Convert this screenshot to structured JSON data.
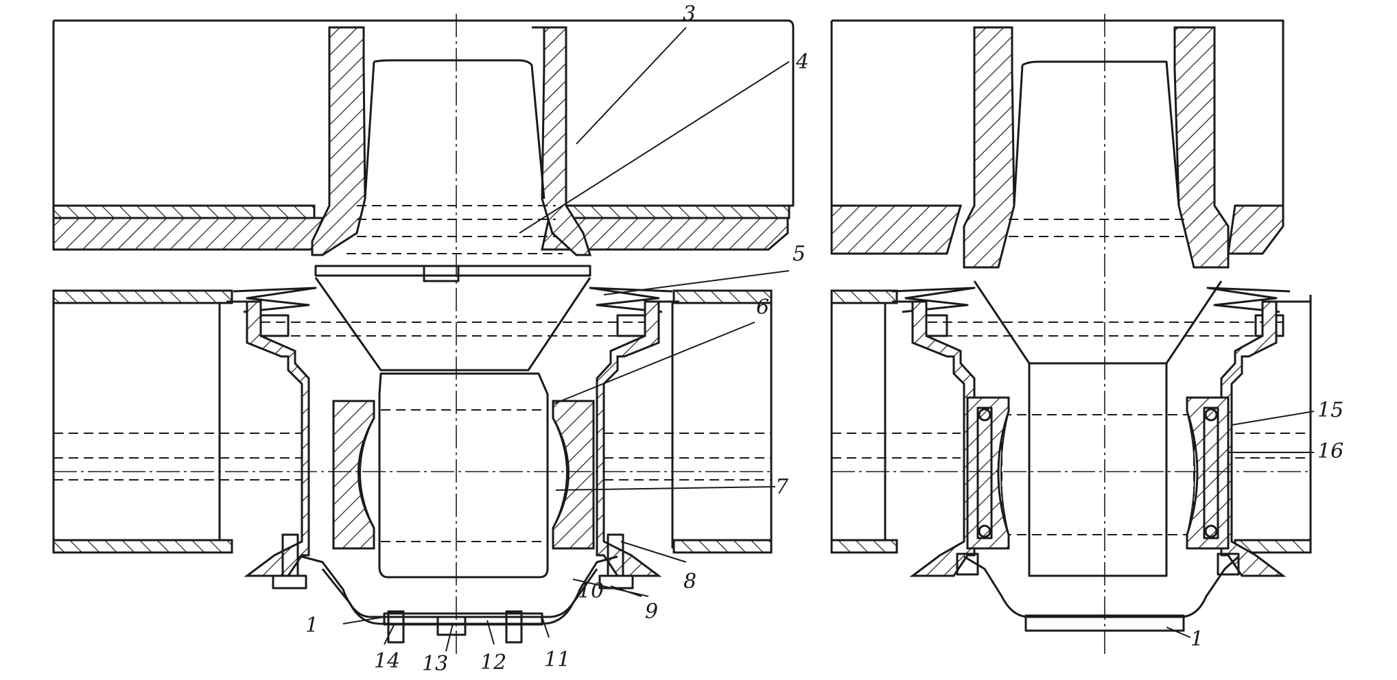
{
  "figure": {
    "stroke_color": "#1a1a1a",
    "background": "#ffffff",
    "views": [
      {
        "id": "left-view",
        "callouts": [
          "1",
          "3",
          "4",
          "5",
          "6",
          "7",
          "8",
          "9",
          "10",
          "11",
          "12",
          "13",
          "14"
        ]
      },
      {
        "id": "right-view",
        "callouts": [
          "1",
          "15",
          "16"
        ]
      }
    ]
  },
  "labels": {
    "l1": "1",
    "l3": "3",
    "l4": "4",
    "l5": "5",
    "l6": "6",
    "l7": "7",
    "l8": "8",
    "l9": "9",
    "l10": "10",
    "l11": "11",
    "l12": "12",
    "l13": "13",
    "l14": "14",
    "r1": "1",
    "r15": "15",
    "r16": "16"
  }
}
